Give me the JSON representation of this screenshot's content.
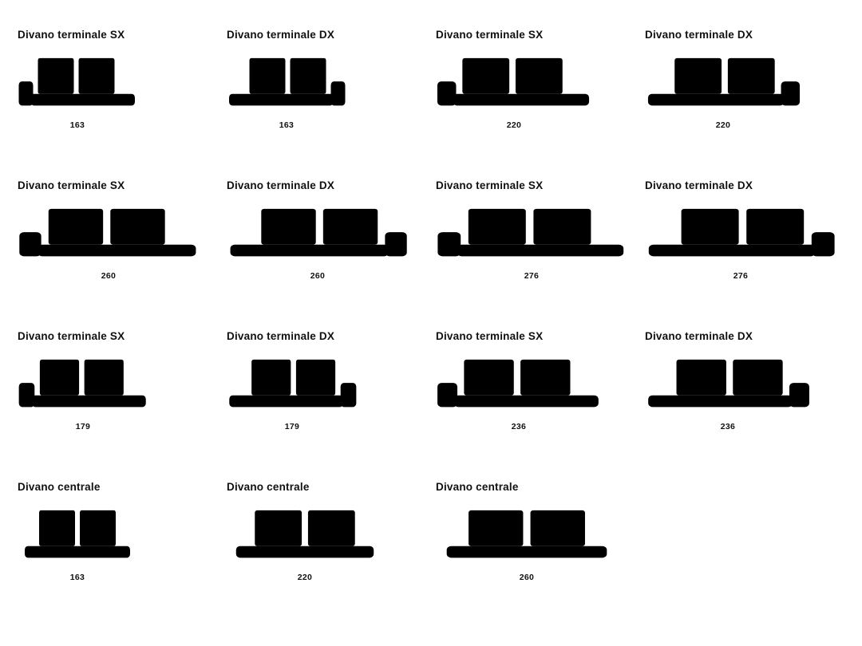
{
  "items": [
    {
      "label": "Divano terminale SX",
      "dim": "163",
      "variant": "terminale-sx"
    },
    {
      "label": "Divano terminale DX",
      "dim": "163",
      "variant": "terminale-dx"
    },
    {
      "label": "Divano terminale SX",
      "dim": "220",
      "variant": "terminale-sx"
    },
    {
      "label": "Divano terminale DX",
      "dim": "220",
      "variant": "terminale-dx"
    },
    {
      "label": "Divano terminale SX",
      "dim": "260",
      "variant": "terminale-sx"
    },
    {
      "label": "Divano terminale DX",
      "dim": "260",
      "variant": "terminale-dx"
    },
    {
      "label": "Divano terminale SX",
      "dim": "276",
      "variant": "terminale-sx"
    },
    {
      "label": "Divano terminale DX",
      "dim": "276",
      "variant": "terminale-dx"
    },
    {
      "label": "Divano terminale SX",
      "dim": "179",
      "variant": "terminale-sx"
    },
    {
      "label": "Divano terminale DX",
      "dim": "179",
      "variant": "terminale-dx"
    },
    {
      "label": "Divano terminale SX",
      "dim": "236",
      "variant": "terminale-sx"
    },
    {
      "label": "Divano terminale DX",
      "dim": "236",
      "variant": "terminale-dx"
    },
    {
      "label": "Divano centrale",
      "dim": "163",
      "variant": "centrale"
    },
    {
      "label": "Divano centrale",
      "dim": "220",
      "variant": "centrale"
    },
    {
      "label": "Divano centrale",
      "dim": "260",
      "variant": "centrale"
    }
  ],
  "colors": {
    "line": "#222222",
    "background": "#ffffff"
  }
}
